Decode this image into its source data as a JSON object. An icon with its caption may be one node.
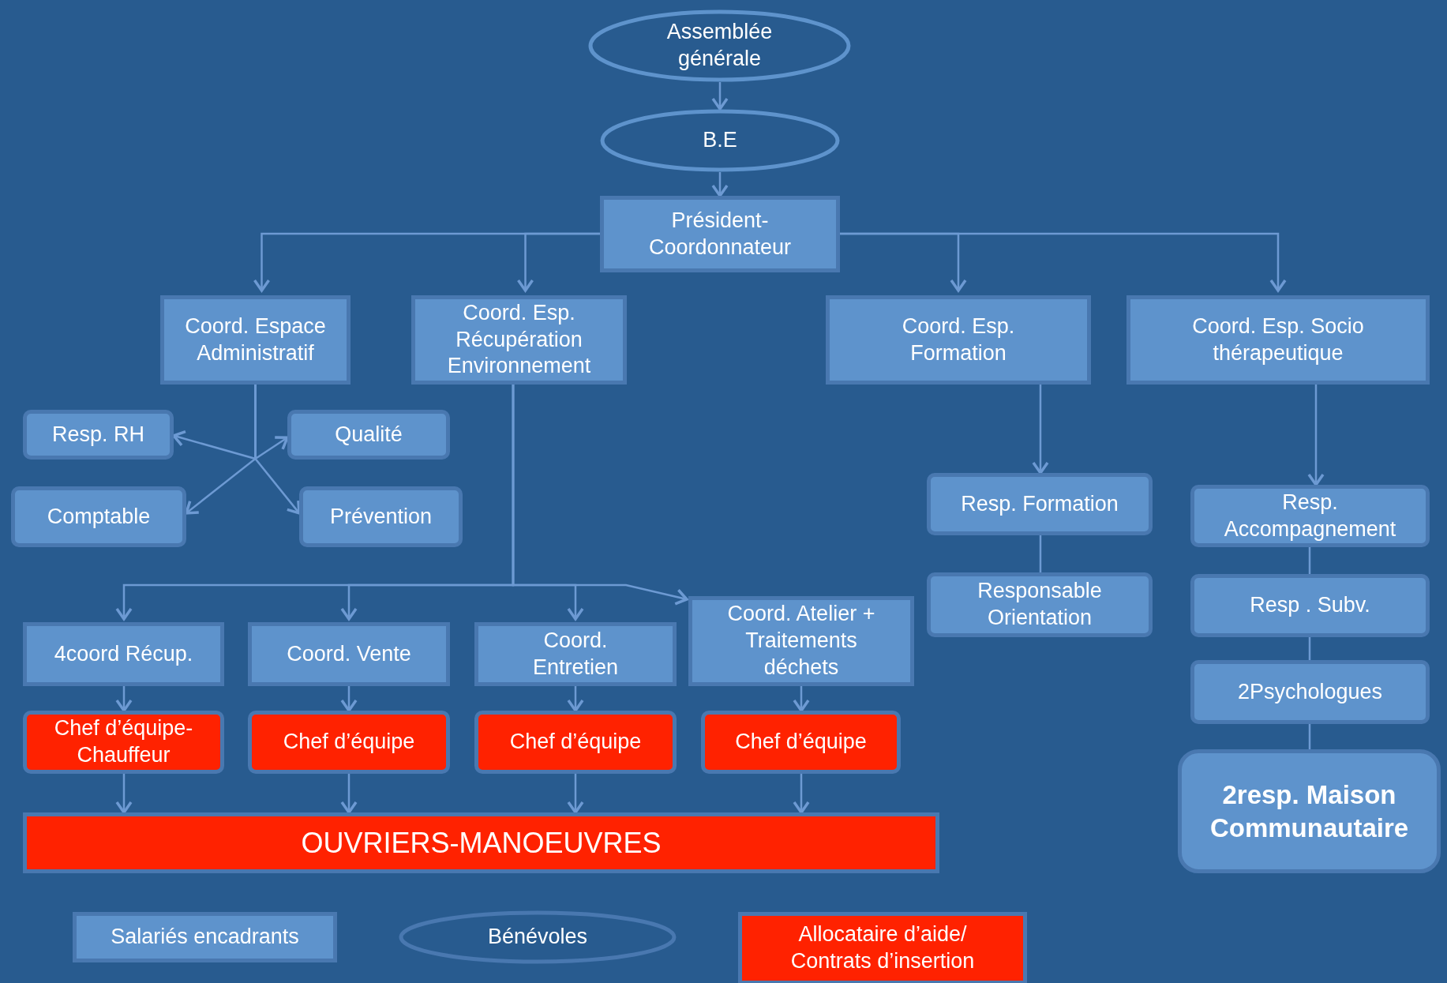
{
  "diagram": {
    "nodes": [
      {
        "text": [
          "Assemblée générale"
        ]
      },
      {
        "text": [
          "B.E"
        ]
      },
      {
        "text": [
          "Président-Coordonnateur"
        ]
      },
      {
        "text": [
          "Coord. Espace Administratif"
        ]
      },
      {
        "text": [
          "Coord. Esp. Récupération Environnement"
        ]
      },
      {
        "text": [
          "Coord. Esp. Formation"
        ]
      },
      {
        "text": [
          "Coord. Esp. Socio thérapeutique"
        ]
      },
      {
        "text": [
          "Resp. RH"
        ]
      },
      {
        "text": [
          "Qualité"
        ]
      },
      {
        "text": [
          "Comptable"
        ]
      },
      {
        "text": [
          "Prévention"
        ]
      },
      {
        "text": [
          "Resp. Formation"
        ]
      },
      {
        "text": [
          "Responsable Orientation"
        ]
      },
      {
        "text": [
          "Resp. Accompagnement"
        ]
      },
      {
        "text": [
          "Resp . Subv."
        ]
      },
      {
        "text": [
          "2Psychologues"
        ]
      },
      {
        "text": [
          "2resp. Maison Communautaire"
        ]
      },
      {
        "text": [
          "4coord  Récup."
        ]
      },
      {
        "text": [
          "Coord. Vente"
        ]
      },
      {
        "text": [
          "Coord. Entretien"
        ]
      },
      {
        "text": [
          "Coord. Atelier + Traitements déchets"
        ]
      },
      {
        "text": [
          "Chef d’équipe-Chauffeur"
        ]
      },
      {
        "text": [
          "Chef d’équipe"
        ]
      },
      {
        "text": [
          "Chef d’équipe"
        ]
      },
      {
        "text": [
          "Chef d’équipe"
        ]
      },
      {
        "text": [
          "OUVRIERS-MANOEUVRES"
        ]
      }
    ],
    "edges": [
      {
        "from": 0,
        "to": 1,
        "arrow": "to"
      },
      {
        "from": 1,
        "to": 2,
        "arrow": "to"
      },
      {
        "from": 2,
        "to": 3,
        "arrow": "to"
      },
      {
        "from": 2,
        "to": 4,
        "arrow": "to"
      },
      {
        "from": 2,
        "to": 5,
        "arrow": "to"
      },
      {
        "from": 2,
        "to": 6,
        "arrow": "to"
      },
      {
        "from": 3,
        "to": 7,
        "arrow": "to"
      },
      {
        "from": 3,
        "to": 8,
        "arrow": "to"
      },
      {
        "from": 3,
        "to": 9,
        "arrow": "to"
      },
      {
        "from": 3,
        "to": 10,
        "arrow": "to"
      },
      {
        "from": 5,
        "to": 11,
        "arrow": "to"
      },
      {
        "from": 11,
        "to": 12,
        "arrow": "none"
      },
      {
        "from": 6,
        "to": 13,
        "arrow": "to"
      },
      {
        "from": 13,
        "to": 14,
        "arrow": "none"
      },
      {
        "from": 14,
        "to": 15,
        "arrow": "none"
      },
      {
        "from": 15,
        "to": 16,
        "arrow": "none"
      },
      {
        "from": 4,
        "to": 17,
        "arrow": "to"
      },
      {
        "from": 4,
        "to": 18,
        "arrow": "to"
      },
      {
        "from": 4,
        "to": 19,
        "arrow": "to"
      },
      {
        "from": 4,
        "to": 20,
        "arrow": "to"
      },
      {
        "from": 17,
        "to": 21,
        "arrow": "to"
      },
      {
        "from": 18,
        "to": 22,
        "arrow": "to"
      },
      {
        "from": 19,
        "to": 23,
        "arrow": "to"
      },
      {
        "from": 20,
        "to": 24,
        "arrow": "to"
      },
      {
        "from": 21,
        "to": 25,
        "arrow": "to"
      },
      {
        "from": 22,
        "to": 25,
        "arrow": "to"
      },
      {
        "from": 23,
        "to": 25,
        "arrow": "to"
      },
      {
        "from": 24,
        "to": 25,
        "arrow": "to"
      }
    ],
    "legend": [
      {
        "text": "Salariés encadrants",
        "color": "#5e93cc"
      },
      {
        "text": "Bénévoles"
      },
      {
        "text": "Allocataire d’aide/ Contrats d’insertion",
        "color": "#ff2200"
      }
    ]
  }
}
